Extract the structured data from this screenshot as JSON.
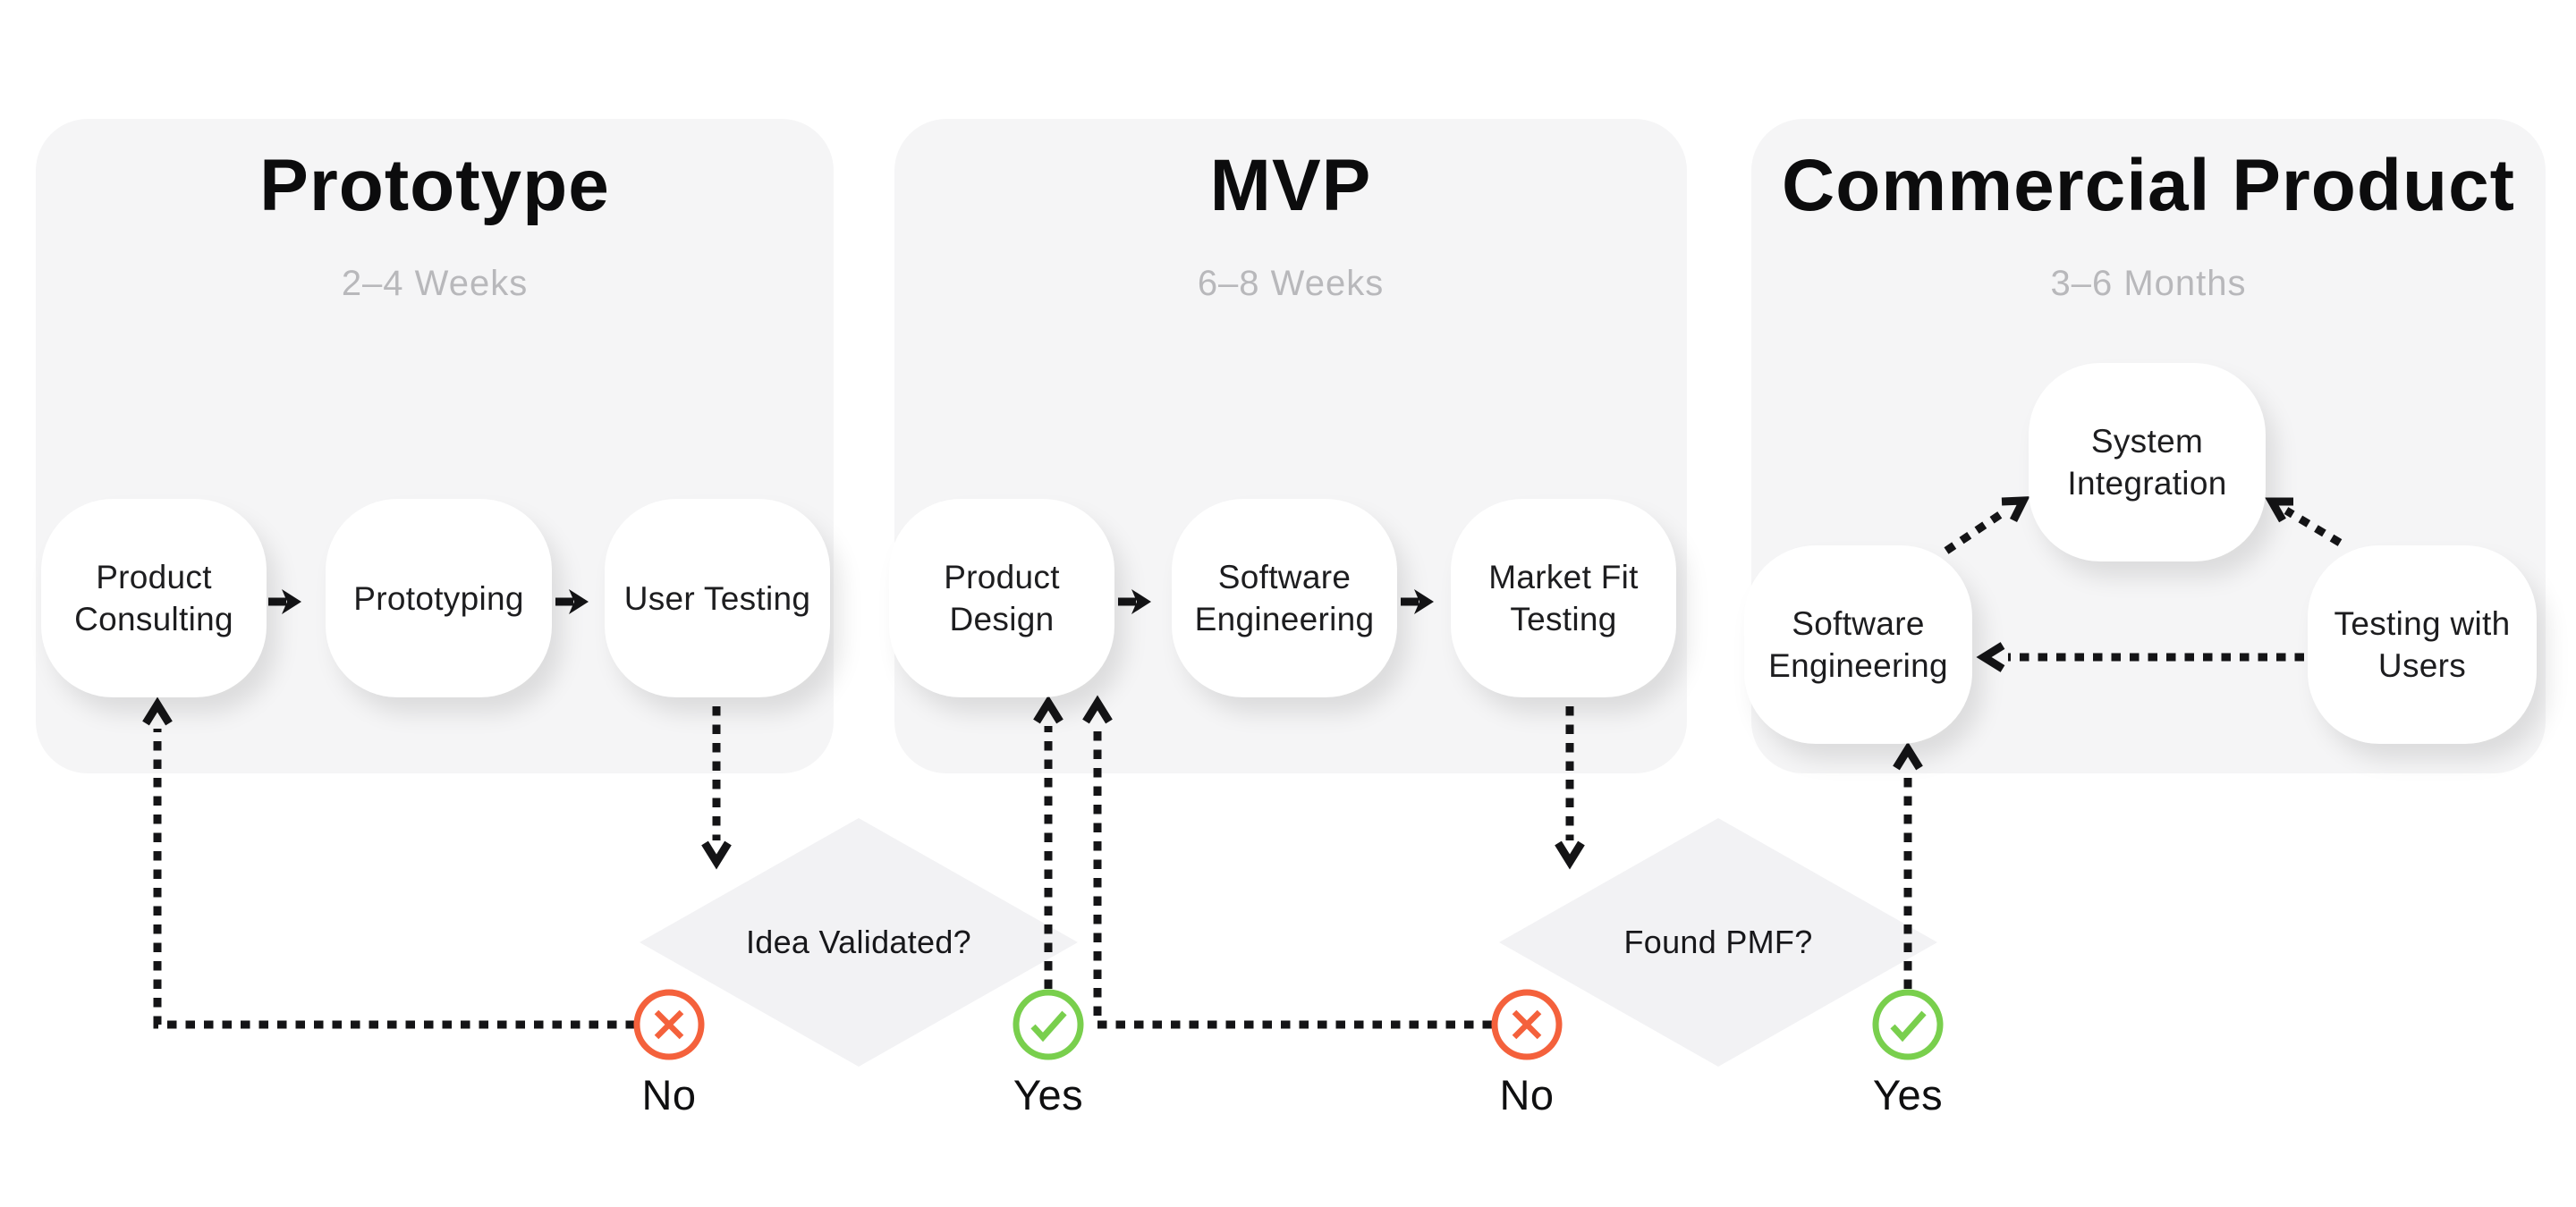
{
  "diagram": {
    "colors": {
      "panel": "#f5f5f6",
      "diamond": "#f2f2f4",
      "line": "#141416",
      "no": "#f4613c",
      "yes": "#79cf4d",
      "title": "#0c0c0d",
      "subtitle": "#b8b8bb",
      "node_text": "#1d1d1f"
    },
    "phases": [
      {
        "title": "Prototype",
        "duration": "2–4 Weeks",
        "steps": [
          "Product\nConsulting",
          "Prototyping",
          "User Testing"
        ]
      },
      {
        "title": "MVP",
        "duration": "6–8 Weeks",
        "steps": [
          "Product\nDesign",
          "Software\nEngineering",
          "Market Fit\nTesting"
        ]
      },
      {
        "title": "Commercial Product",
        "duration": "3–6 Months",
        "steps": [
          "System\nIntegration",
          "Software\nEngineering",
          "Testing with\nUsers"
        ]
      }
    ],
    "decisions": [
      {
        "question": "Idea Validated?",
        "no": "No",
        "yes": "Yes"
      },
      {
        "question": "Found PMF?",
        "no": "No",
        "yes": "Yes"
      }
    ]
  }
}
